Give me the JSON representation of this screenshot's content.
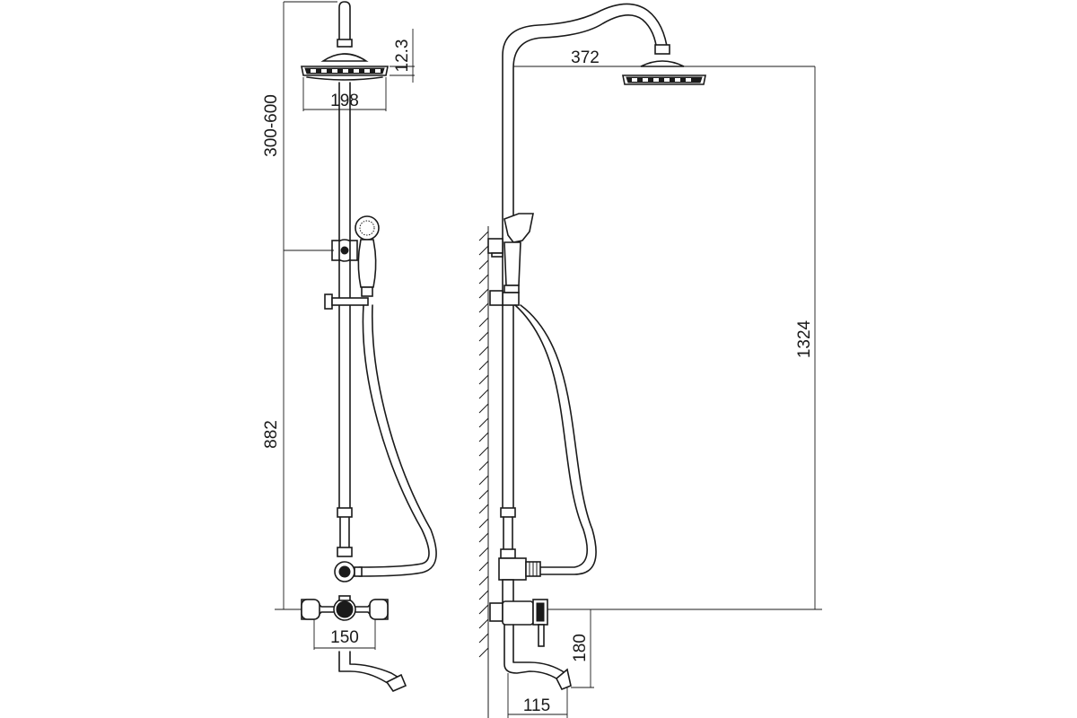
{
  "dimensions": {
    "head_thickness": "12.3",
    "head_diameter": "198",
    "slide_range": "300-600",
    "rail_height": "882",
    "mixer_width": "150",
    "arm_reach": "372",
    "total_height": "1324",
    "spout_drop": "180",
    "spout_reach": "115"
  }
}
